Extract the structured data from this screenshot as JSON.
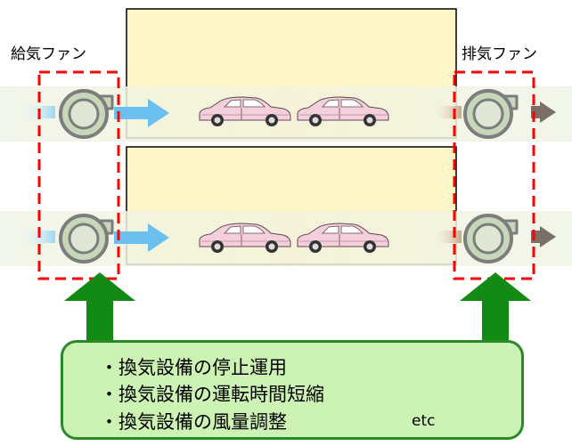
{
  "labels": {
    "supply_fan": "給気ファン",
    "exhaust_fan": "排気ファン"
  },
  "measures": [
    "・換気設備の停止運用",
    "・換気設備の運転時間短縮",
    "・換気設備の風量調整"
  ],
  "measures_suffix": "etc",
  "colors": {
    "tunnel_fill": "#fff6c8",
    "air_band": "#eef4e4",
    "supply_arrow": "#6cc0f0",
    "exhaust_arrow": "#7a6e68",
    "dashed_box": "#ff0000",
    "green_arrow": "#138a13",
    "note_fill": "#ccf2b4",
    "note_border": "#2a8a2a",
    "car_body": "#f6cfdc"
  },
  "icons": {
    "fan": "centrifugal-fan-icon",
    "car": "car-icon"
  }
}
